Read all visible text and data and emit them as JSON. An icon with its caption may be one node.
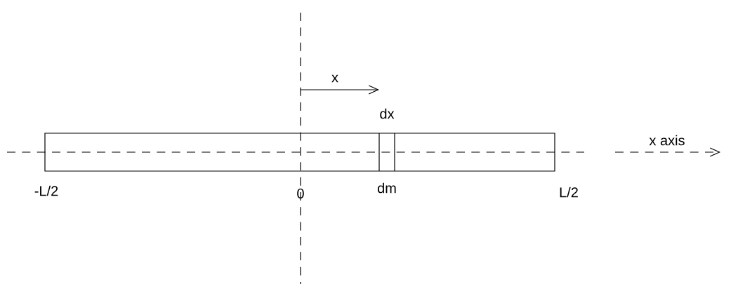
{
  "diagram": {
    "labels": [
      "x",
      "dx",
      "x axis",
      "-L/2",
      "0",
      "dm",
      "L/2"
    ]
  }
}
